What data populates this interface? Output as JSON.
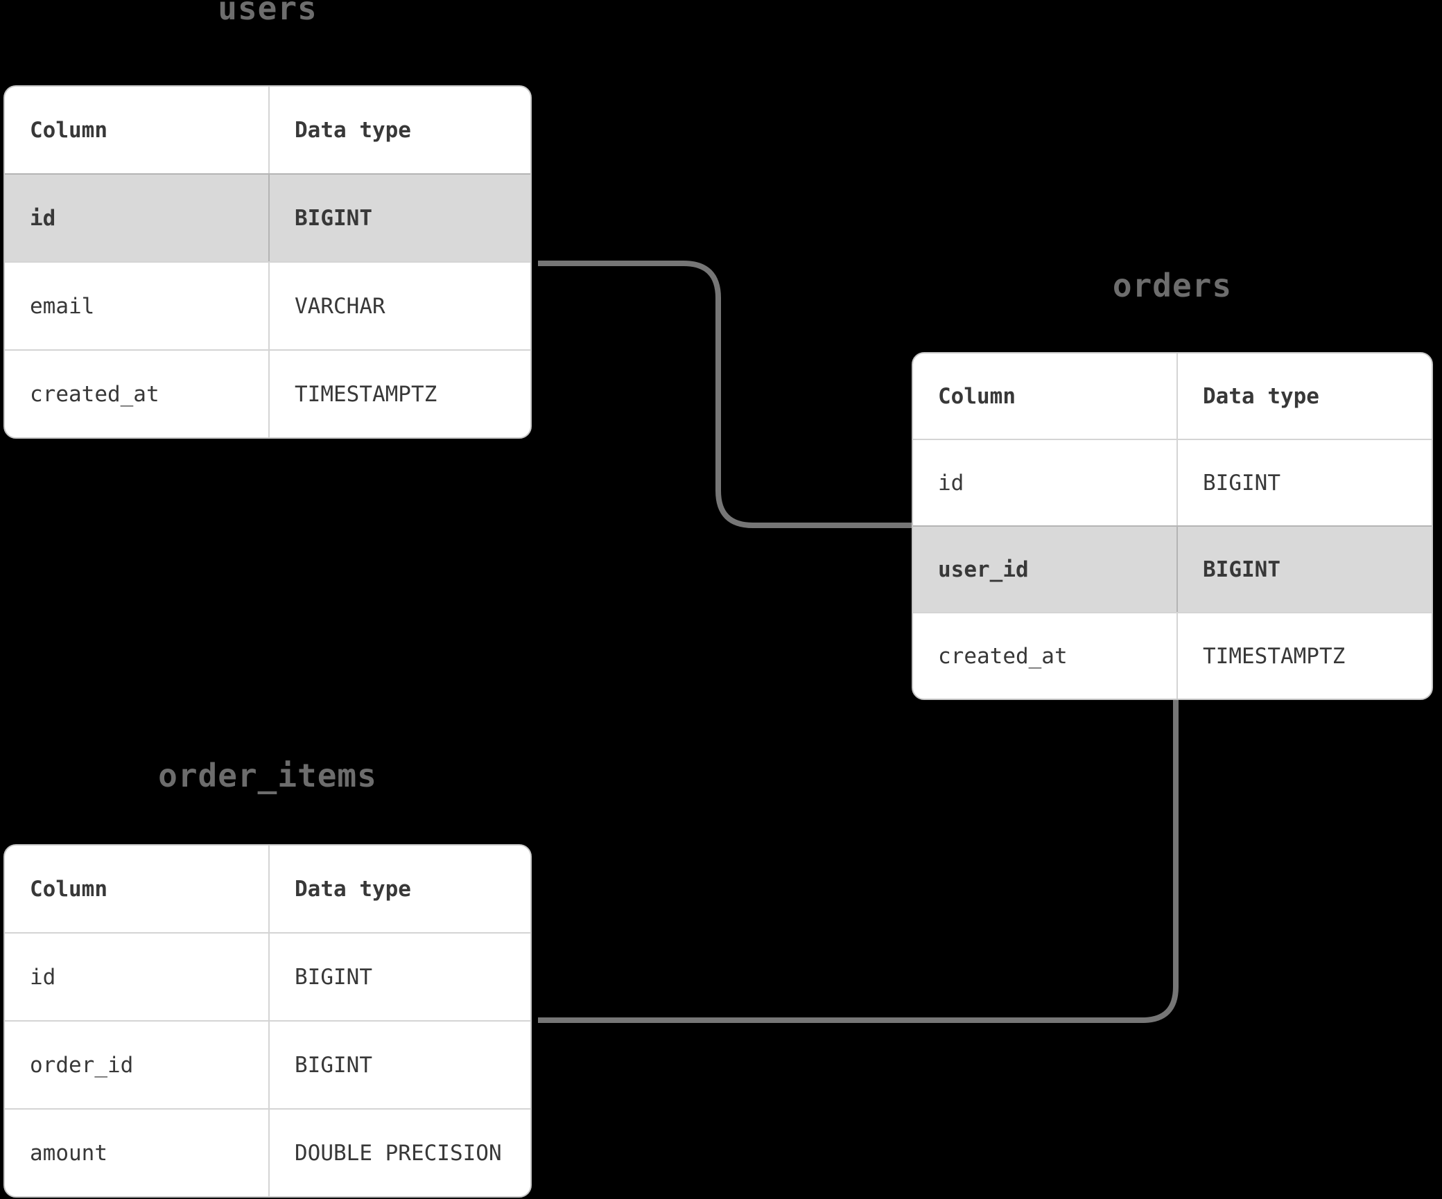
{
  "diagram_type": "database-schema",
  "tables": [
    {
      "name": "users",
      "title": "users",
      "header": {
        "column": "Column",
        "type": "Data type"
      },
      "rows": [
        {
          "column": "id",
          "type": "BIGINT",
          "highlighted": true
        },
        {
          "column": "email",
          "type": "VARCHAR",
          "highlighted": false
        },
        {
          "column": "created_at",
          "type": "TIMESTAMPTZ",
          "highlighted": false
        }
      ]
    },
    {
      "name": "orders",
      "title": "orders",
      "header": {
        "column": "Column",
        "type": "Data type"
      },
      "rows": [
        {
          "column": "id",
          "type": "BIGINT",
          "highlighted": false
        },
        {
          "column": "user_id",
          "type": "BIGINT",
          "highlighted": true
        },
        {
          "column": "created_at",
          "type": "TIMESTAMPTZ",
          "highlighted": false
        }
      ]
    },
    {
      "name": "order_items",
      "title": "order_items",
      "header": {
        "column": "Column",
        "type": "Data type"
      },
      "rows": [
        {
          "column": "id",
          "type": "BIGINT",
          "highlighted": false
        },
        {
          "column": "order_id",
          "type": "BIGINT",
          "highlighted": false
        },
        {
          "column": "amount",
          "type": "DOUBLE PRECISION",
          "highlighted": false
        }
      ]
    }
  ],
  "relationships": [
    {
      "from": "users",
      "from_anchor": "id",
      "to": "orders",
      "to_anchor": "user_id"
    },
    {
      "from": "orders",
      "to": "order_items",
      "to_anchor": "order_id"
    }
  ],
  "colors": {
    "background": "#000000",
    "table_background": "#ffffff",
    "highlight_row": "#d9d9d9",
    "table_border": "#c6c6c6",
    "cell_text": "#383838",
    "table_title": "#6d6d6d",
    "connector": "#767676"
  }
}
